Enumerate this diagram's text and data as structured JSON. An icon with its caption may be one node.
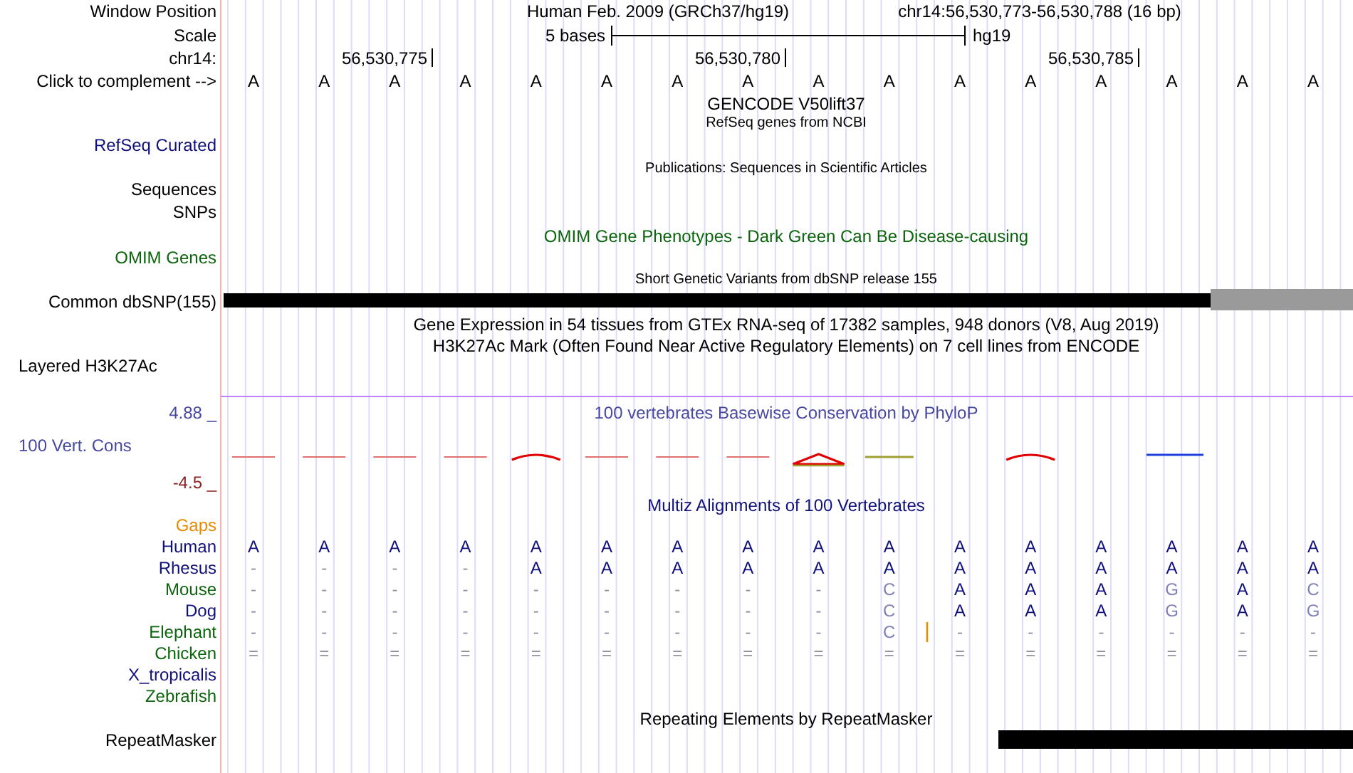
{
  "diagram": {
    "labels": [
      "Window Position",
      "Human Feb. 2009 (GRCh37/hg19)",
      "chr14:56,530,773-56,530,788 (16 bp)",
      "Scale",
      "5 bases",
      "hg19",
      "chr14:",
      "56,530,775",
      "56,530,780",
      "56,530,785",
      "Click to complement -->",
      "A",
      "A",
      "A",
      "A",
      "A",
      "A",
      "A",
      "A",
      "A",
      "A",
      "A",
      "A",
      "A",
      "A",
      "A",
      "A",
      "GENCODE V50lift37",
      "RefSeq genes from NCBI",
      "RefSeq Curated",
      "Publications: Sequences in Scientific Articles",
      "Sequences",
      "SNPs",
      "OMIM Gene Phenotypes - Dark Green Can Be Disease-causing",
      "OMIM Genes",
      "Short Genetic Variants from dbSNP release 155",
      "Common dbSNP(155)",
      "Gene Expression in 54 tissues from GTEx RNA-seq of 17382 samples, 948 donors (V8, Aug 2019)",
      "H3K27Ac Mark (Often Found Near Active Regulatory Elements) on 7 cell lines from ENCODE",
      "Layered H3K27Ac",
      "4.88 _",
      "100 vertebrates Basewise Conservation by PhyloP",
      "100 Vert. Cons",
      "-4.5 _",
      "Multiz Alignments of 100 Vertebrates",
      "Gaps",
      "Human",
      "A",
      "A",
      "A",
      "A",
      "A",
      "A",
      "A",
      "A",
      "A",
      "A",
      "A",
      "A",
      "A",
      "A",
      "A",
      "A",
      "Rhesus",
      "-",
      "-",
      "-",
      "-",
      "A",
      "A",
      "A",
      "A",
      "A",
      "A",
      "A",
      "A",
      "A",
      "A",
      "A",
      "A",
      "Mouse",
      "-",
      "-",
      "-",
      "-",
      "-",
      "-",
      "-",
      "-",
      "-",
      "C",
      "A",
      "A",
      "A",
      "G",
      "A",
      "C",
      "Dog",
      "-",
      "-",
      "-",
      "-",
      "-",
      "-",
      "-",
      "-",
      "-",
      "C",
      "A",
      "A",
      "A",
      "G",
      "A",
      "G",
      "Elephant",
      "-",
      "-",
      "-",
      "-",
      "-",
      "-",
      "-",
      "-",
      "-",
      "C",
      "-",
      "-",
      "-",
      "-",
      "-",
      "-",
      "Chicken",
      "=",
      "=",
      "=",
      "=",
      "=",
      "=",
      "=",
      "=",
      "=",
      "=",
      "=",
      "=",
      "=",
      "=",
      "=",
      "=",
      "X_tropicalis",
      "Zebrafish",
      "Repeating Elements by RepeatMasker",
      "RepeatMasker"
    ]
  }
}
